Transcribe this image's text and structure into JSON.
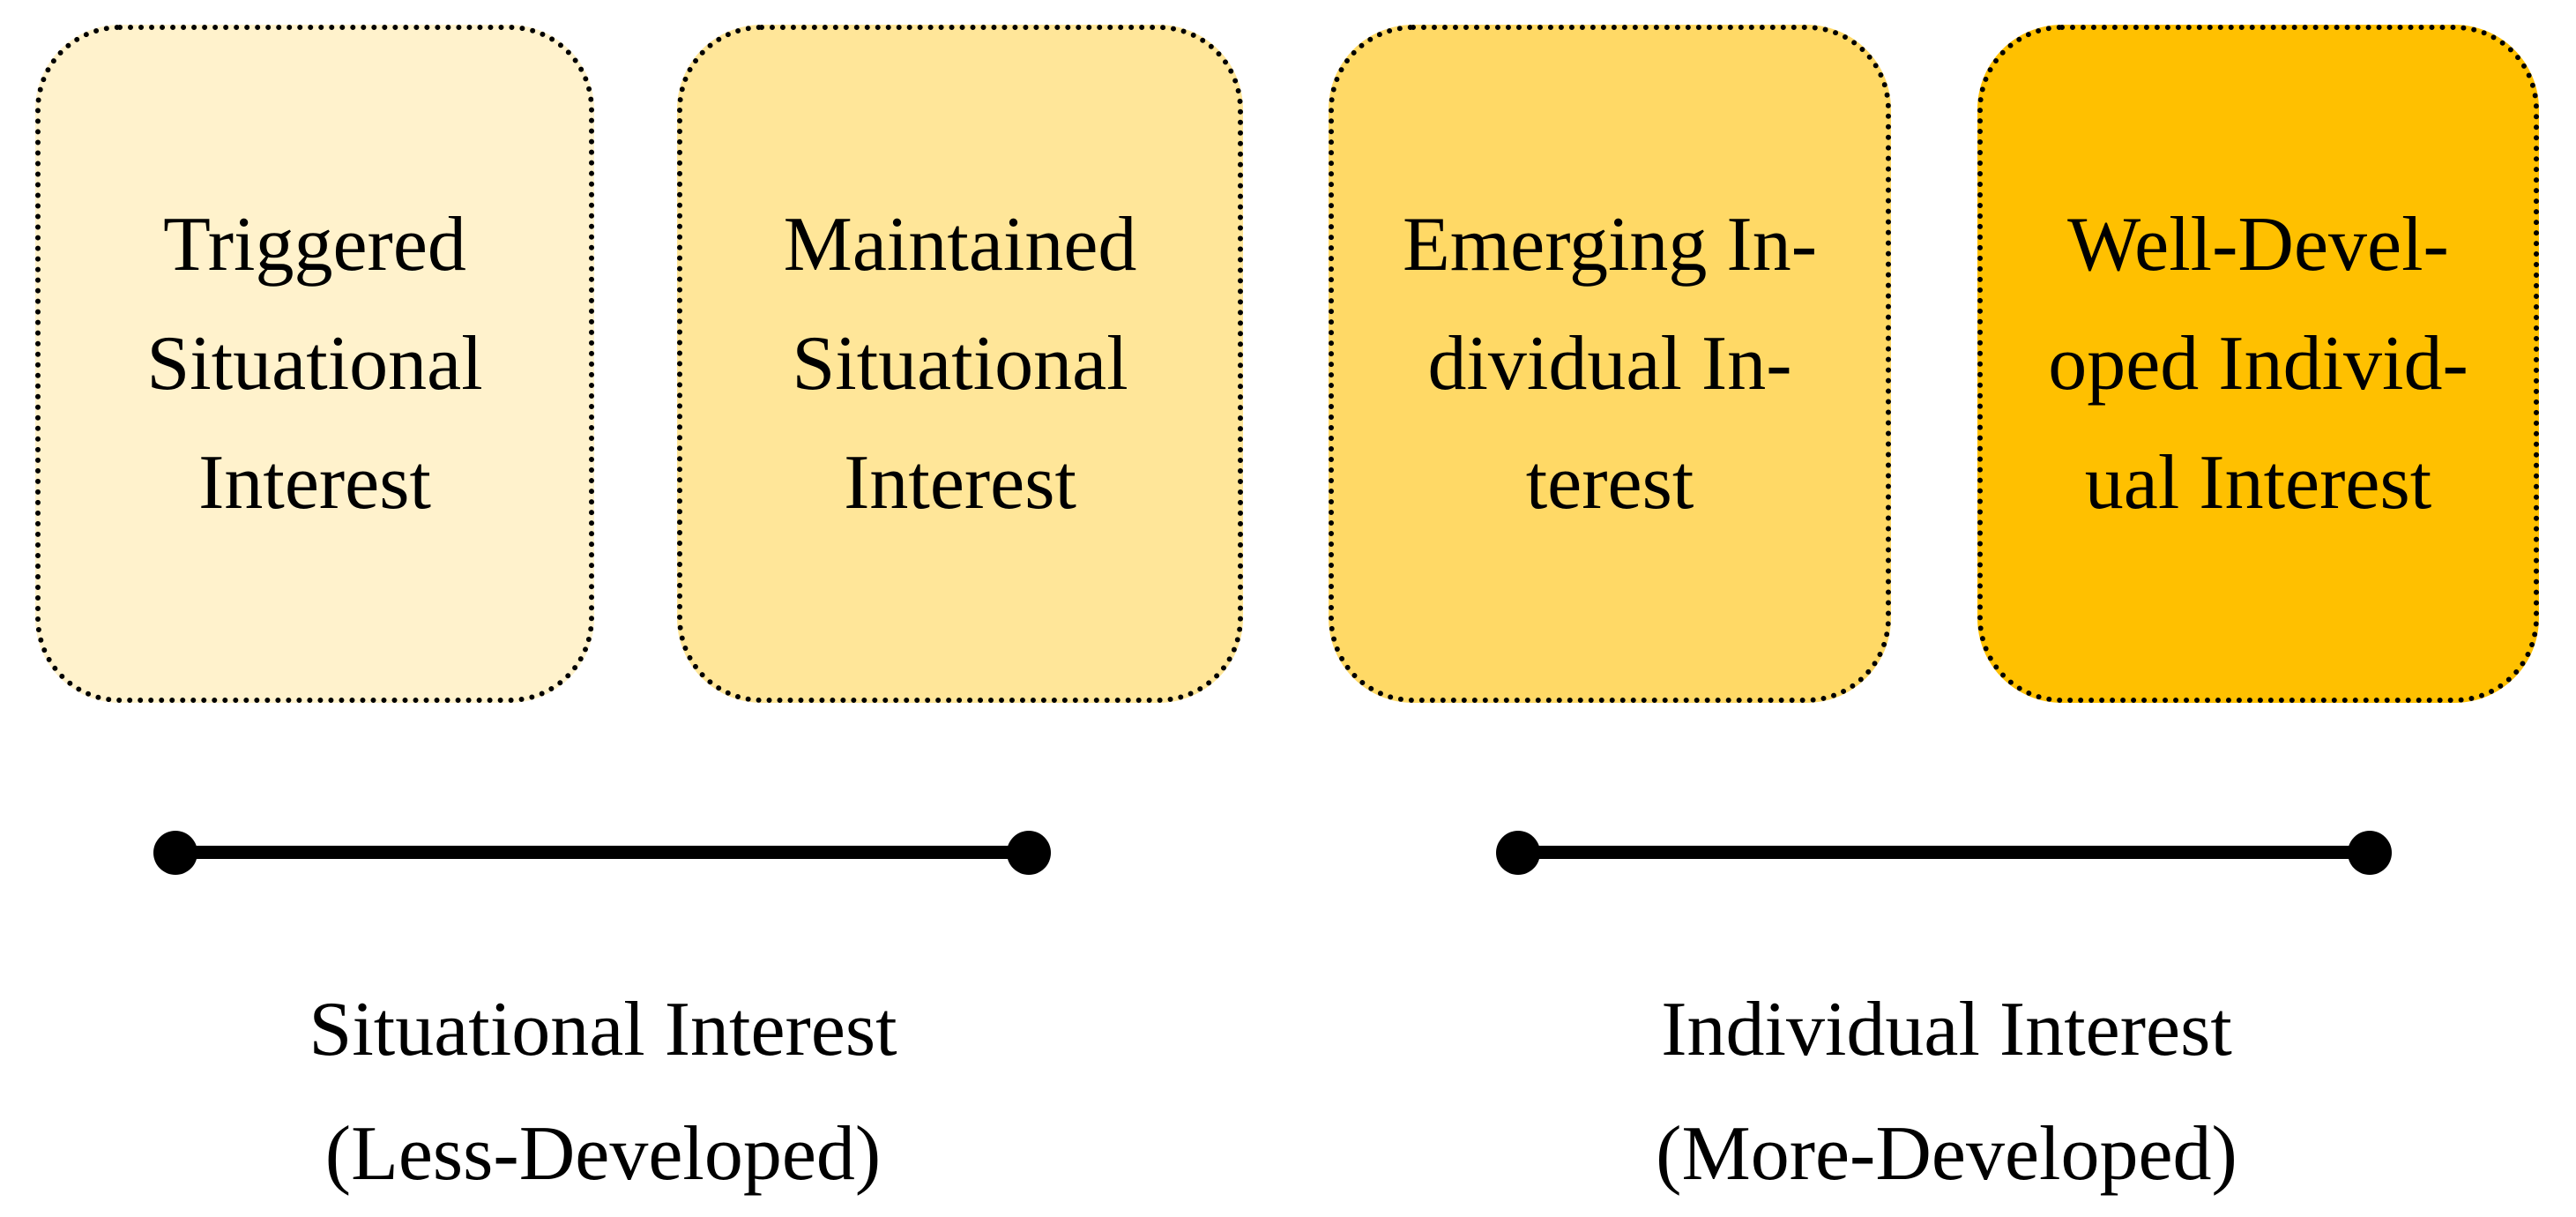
{
  "diagram": {
    "background": "#FFFFFF",
    "border_color": "#000000",
    "line_color": "#000000",
    "text_color": "#000000",
    "boxes": [
      {
        "id": "triggered-situational-interest",
        "label": "Triggered\nSituational\nInterest",
        "fill": "#FFF2CC"
      },
      {
        "id": "maintained-situational-interest",
        "label": "Maintained\nSituational\nInterest",
        "fill": "#FFE699"
      },
      {
        "id": "emerging-individual-interest",
        "label": "Emerging In-\ndividual In-\nterest",
        "fill": "#FFD966"
      },
      {
        "id": "well-developed-individual-interest",
        "label": "Well-Devel-\noped Individ-\nual Interest",
        "fill": "#FFC000"
      }
    ],
    "scales": [
      {
        "title": "Situational Interest",
        "subtitle": "(Less-Developed)"
      },
      {
        "title": "Individual Interest",
        "subtitle": "(More-Developed)"
      }
    ]
  }
}
